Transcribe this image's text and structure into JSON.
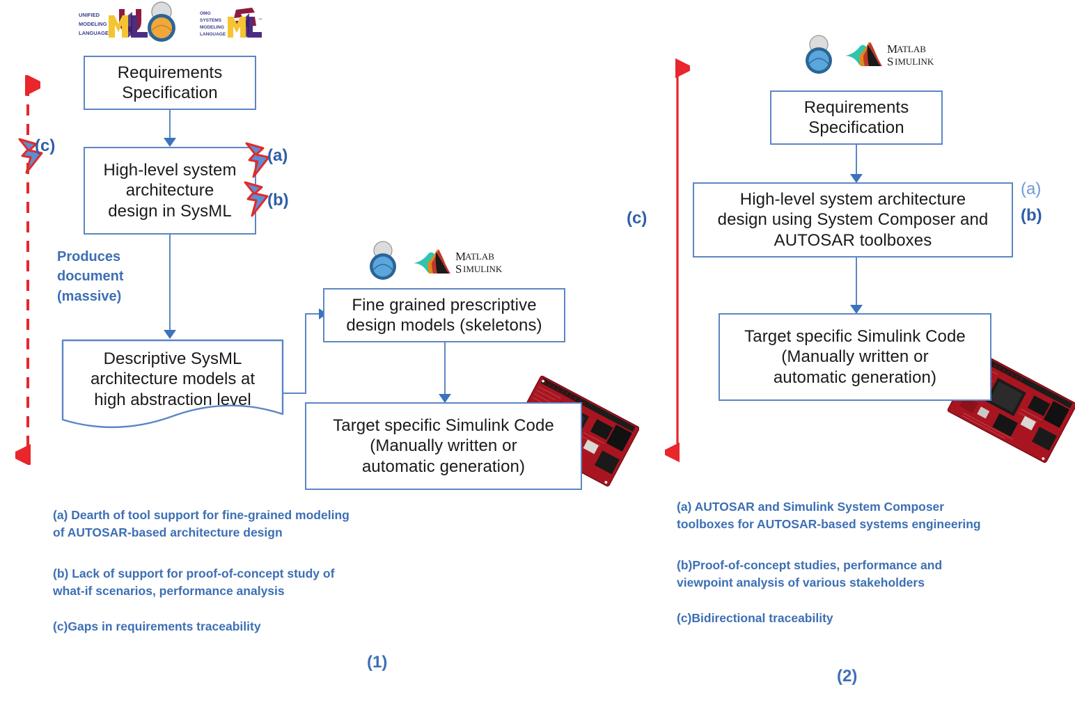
{
  "diagram": {
    "panels": [
      {
        "id": "panel-1",
        "number": "(1)",
        "boxes": {
          "requirements": "Requirements\nSpecification",
          "architecture": "High-level system\narchitecture\ndesign in SysML",
          "descriptive": "Descriptive SysML\narchitecture models at\nhigh abstraction level",
          "fine_grained": "Fine grained prescriptive\ndesign models (skeletons)",
          "target_code": "Target specific Simulink Code\n(Manually written or\nautomatic generation)"
        },
        "annotation": "Produces\ndocument\n(massive)",
        "markers": {
          "a": "(a)",
          "b": "(b)",
          "c": "(c)"
        },
        "legend": [
          "(a) Dearth of tool support for fine-grained modeling\nof AUTOSAR-based architecture design",
          "(b) Lack of support for proof-of-concept study of\nwhat-if scenarios, performance analysis",
          "(c)Gaps in requirements traceability"
        ],
        "icons": [
          "uml-logo",
          "stakeholder-icon",
          "sysml-logo",
          "matlab-simulink-logo",
          "pcb-board-image",
          "lightning-bolt-icon"
        ]
      },
      {
        "id": "panel-2",
        "number": "(2)",
        "boxes": {
          "requirements": "Requirements\nSpecification",
          "architecture": "High-level system architecture\ndesign using System Composer and\nAUTOSAR toolboxes",
          "target_code": "Target specific Simulink Code\n(Manually written or\nautomatic generation)"
        },
        "markers": {
          "a": "(a)",
          "b": "(b)",
          "c": "(c)"
        },
        "legend": [
          "(a) AUTOSAR and Simulink System Composer\ntoolboxes for AUTOSAR-based systems engineering",
          "(b)Proof-of-concept studies, performance and\nviewpoint analysis of various stakeholders",
          "(c)Bidirectional traceability"
        ],
        "icons": [
          "stakeholder-icon",
          "matlab-simulink-logo",
          "pcb-board-image"
        ]
      }
    ],
    "logos": {
      "uml": {
        "lines": [
          "UNIFIED",
          "MODELING",
          "LANGUAGE"
        ],
        "mark": "UML"
      },
      "sysml": {
        "lines": [
          "OMG",
          "SYSTEMS",
          "MODELING",
          "LANGUAGE"
        ],
        "mark": "SysML"
      },
      "matlab": {
        "line1": "MATLAB",
        "line2": "SIMULINK"
      }
    },
    "colors": {
      "box_border": "#5c86c4",
      "connector": "#5c86c4",
      "arrowhead": "#3b74bd",
      "text_blue": "#3d6fb4",
      "marker_blue": "#2f5ea8",
      "marker_blue_light": "#6d9ad4",
      "red_arrow": "#e8262b",
      "bolt_fill": "#5b8fd4",
      "bolt_stroke": "#e02b2b",
      "pcb_red": "#a81520",
      "box_text": "#1a1a1a",
      "background": "#ffffff"
    }
  }
}
